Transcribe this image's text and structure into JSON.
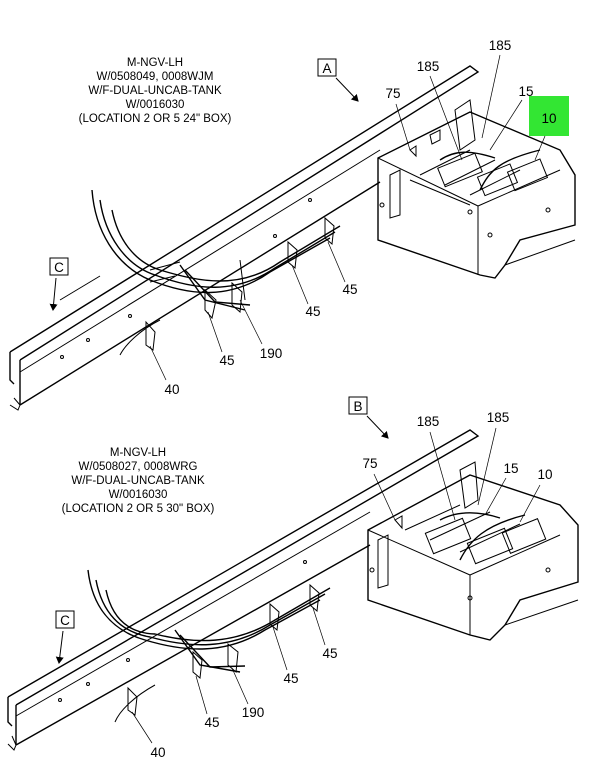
{
  "diagram_a": {
    "caption_lines": [
      "M-NGV-LH",
      "W/0508049, 0008WJM",
      "W/F-DUAL-UNCAB-TANK",
      "W/0016030",
      "(LOCATION 2 OR 5 24\" BOX)"
    ],
    "view_label": "A",
    "callouts": {
      "c75": "75",
      "c185a": "185",
      "c185b": "185",
      "c15": "15",
      "c10": "10",
      "c45a": "45",
      "c45b": "45",
      "c45c": "45",
      "c190": "190",
      "c40": "40"
    },
    "section_label": "C"
  },
  "diagram_b": {
    "caption_lines": [
      "M-NGV-LH",
      "W/0508027, 0008WRG",
      "W/F-DUAL-UNCAB-TANK",
      "W/0016030",
      "(LOCATION 2 OR 5 30\" BOX)"
    ],
    "view_label": "B",
    "callouts": {
      "c75": "75",
      "c185a": "185",
      "c185b": "185",
      "c15": "15",
      "c10": "10",
      "c45a": "45",
      "c45b": "45",
      "c45c": "45",
      "c190": "190",
      "c40": "40"
    },
    "section_label": "C"
  },
  "highlight_color": "#33e633"
}
